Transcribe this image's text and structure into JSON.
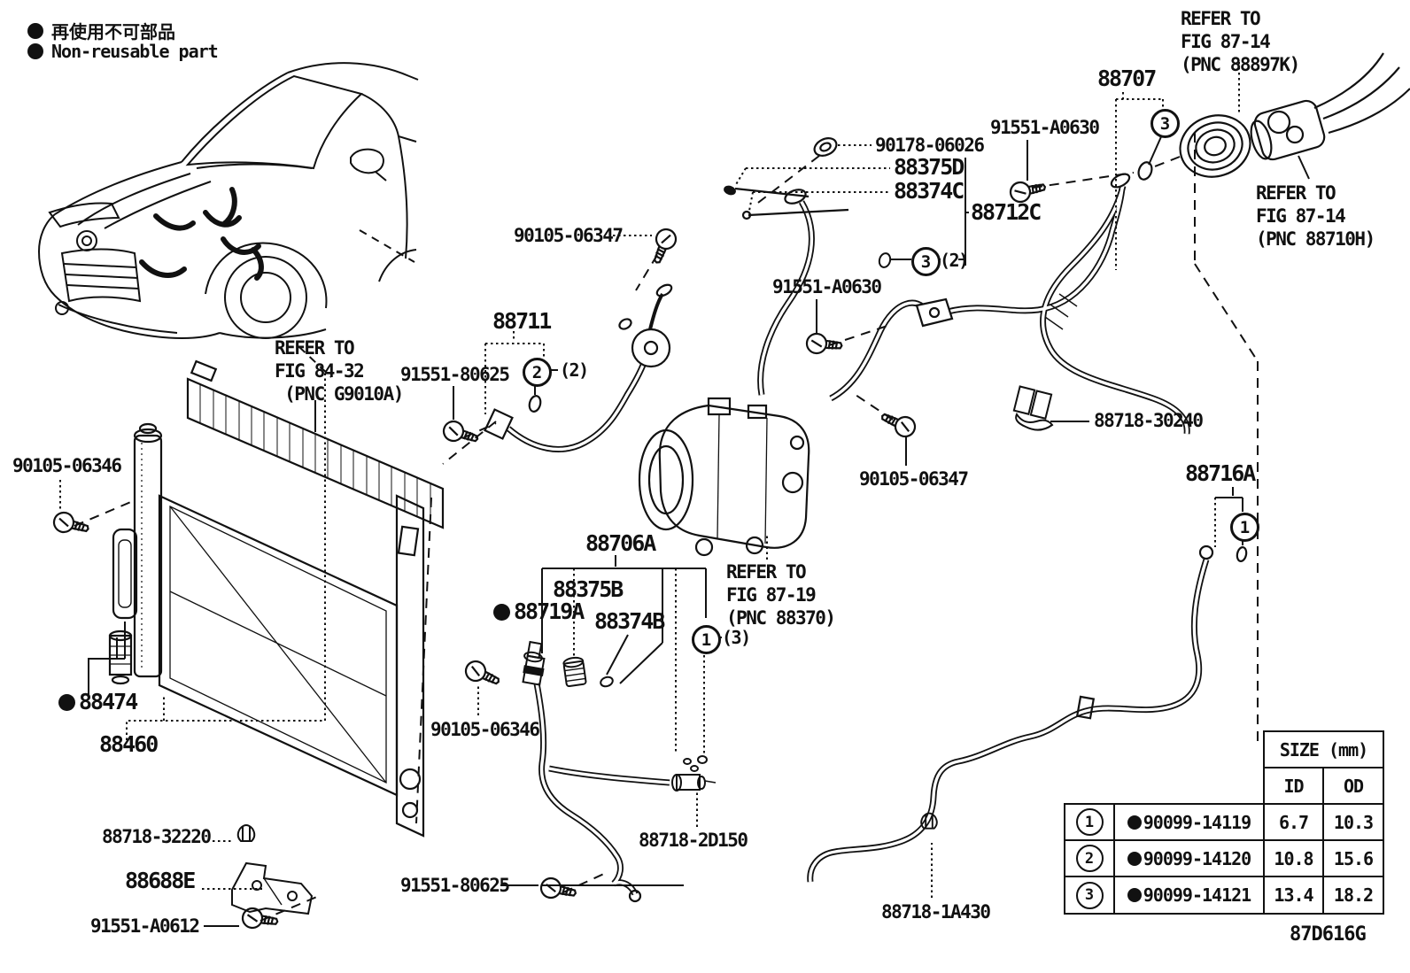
{
  "legend": {
    "jp": "再使用不可部品",
    "en": "Non-reusable part"
  },
  "labels": {
    "refer_88897k": "REFER TO\nFIG 87-14\n(PNC 88897K)",
    "refer_88710h": "REFER TO\nFIG 87-14\n(PNC 88710H)",
    "refer_g9010a": "REFER TO\nFIG 84-32\n (PNC G9010A)",
    "refer_88370": "REFER TO\nFIG 87-19\n(PNC 88370)",
    "p88707": "88707",
    "p91551_a0630_top": "91551-A0630",
    "p90178_06026": "90178-06026",
    "p88375d": "88375D",
    "p88374c": "88374C",
    "p88712c": "88712C",
    "p90105_06347_top": "90105-06347",
    "p91551_a0630_mid": "91551-A0630",
    "p88711": "88711",
    "p91551_80625_top": "91551-80625",
    "p88718_30240": "88718-30240",
    "p90105_06346_left": "90105-06346",
    "p88716a": "88716A",
    "p90105_06347_right": "90105-06347",
    "p88706a": "88706A",
    "p88375b": "88375B",
    "p88719a": "88719A",
    "p88374b": "88374B",
    "p88474": "88474",
    "p88460": "88460",
    "p90105_06346_mid": "90105-06346",
    "p88718_32220": "88718-32220",
    "p88688e": "88688E",
    "p91551_a0612": "91551-A0612",
    "p91551_80625_bot": "91551-80625",
    "p88718_2d150": "88718-2D150",
    "p88718_1a430": "88718-1A430",
    "figure_code": "87D616G"
  },
  "markers": {
    "m3_88707": {
      "num": "3"
    },
    "m3_hose": {
      "num": "3",
      "qty": "(2)"
    },
    "m2_88711": {
      "num": "2",
      "qty": "(2)"
    },
    "m1_88706a": {
      "num": "1",
      "qty": "(3)"
    },
    "m1_88716a": {
      "num": "1"
    }
  },
  "table": {
    "size_header": "SIZE (mm)",
    "col_id": "ID",
    "col_od": "OD",
    "rows": [
      {
        "num": "1",
        "part": "90099-14119",
        "id": "6.7",
        "od": "10.3"
      },
      {
        "num": "2",
        "part": "90099-14120",
        "id": "10.8",
        "od": "15.6"
      },
      {
        "num": "3",
        "part": "90099-14121",
        "id": "13.4",
        "od": "18.2"
      }
    ]
  }
}
